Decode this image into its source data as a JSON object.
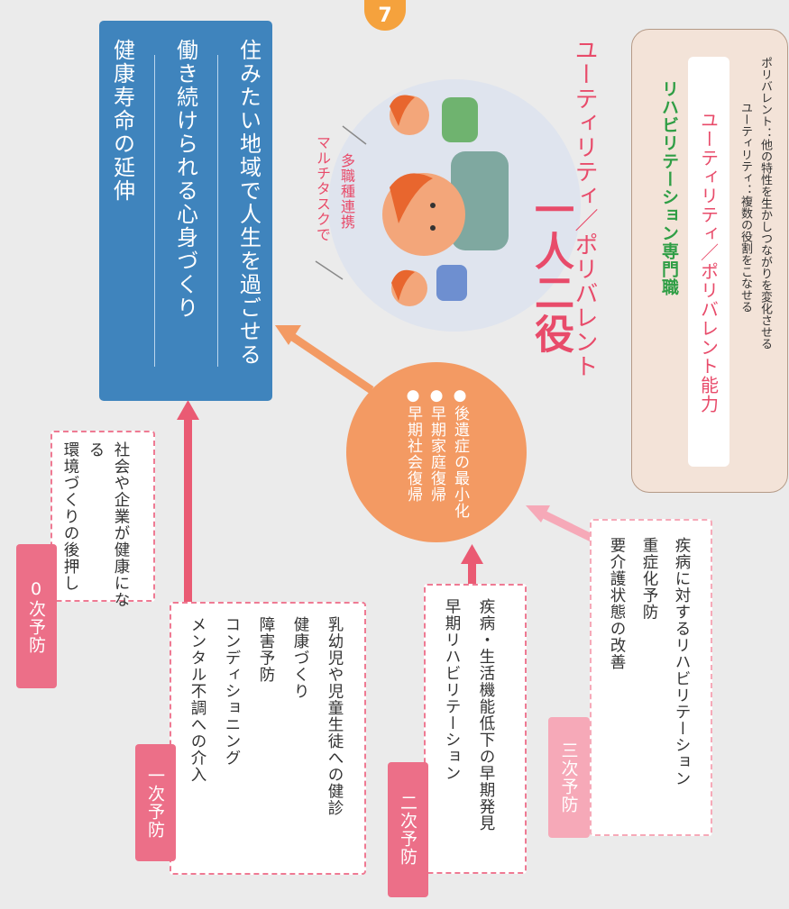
{
  "goal": {
    "items": [
      "健康寿命の延伸",
      "働き続けられる心身づくり",
      "住みたい地域で人生を過ごせる"
    ]
  },
  "prevention": [
    {
      "tag": "0次予防",
      "lines": [
        "社会や企業が健康になる",
        "環境づくりの後押し"
      ]
    },
    {
      "tag": "一次予防",
      "lines": [
        "乳幼児や児童生徒への健診",
        "健康づくり",
        "障害予防",
        "コンディショニング",
        "メンタル不調への介入"
      ]
    },
    {
      "tag": "二次予防",
      "lines": [
        "疾病・生活機能低下の早期発見",
        "早期リハビリテーション"
      ]
    },
    {
      "tag": "三次予防",
      "lines": [
        "疾病に対するリハビリテーション",
        "重症化予防",
        "要介護状態の改善"
      ]
    }
  ],
  "circle": {
    "items": [
      "●後遺症の最小化",
      "●早期家庭復帰",
      "●早期社会復帰"
    ]
  },
  "illustration": {
    "speech_line1": "マルチタスクで",
    "speech_line2": "多職種連携",
    "big_text": "一人二役",
    "sub_text": "ユーティリティ／ポリバレント",
    "badge": "7"
  },
  "rehab_panel": {
    "title": "リハビリテーション専門職",
    "highlight": "ユーティリティ／ポリバレント能力",
    "note1": "ユーティリティ：複数の役割をこなせる",
    "note2": "ポリバレント：他の特性を生かしつながりを変化させる"
  },
  "colors": {
    "pink": "#ec6f88",
    "light_pink": "#f6a9b8",
    "orange": "#f39a63",
    "blue": "#3f84bd",
    "panel": "#f3e3d8",
    "red_text": "#e84b6a",
    "green_text": "#2f9e45"
  }
}
